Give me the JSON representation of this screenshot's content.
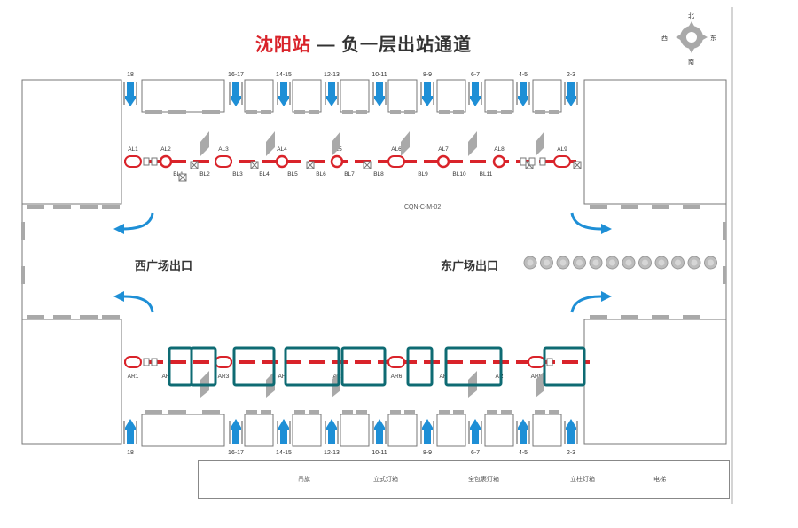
{
  "title": {
    "station": "沈阳站",
    "separator": "—",
    "rest": "负一层出站通道"
  },
  "compass": {
    "north": "北",
    "south": "南",
    "east": "东",
    "west": "西"
  },
  "exits": {
    "west": "西广场出口",
    "east": "东广场出口"
  },
  "map_code": "CQN-C-M-02",
  "platform_labels_top": [
    "18",
    "16-17",
    "14-15",
    "12-13",
    "10-11",
    "8-9",
    "6-7",
    "4-5",
    "2-3"
  ],
  "platform_labels_bottom": [
    "18",
    "16-17",
    "14-15",
    "12-13",
    "10-11",
    "8-9",
    "6-7",
    "4-5",
    "2-3"
  ],
  "top_row_labels": {
    "al": [
      "AL1",
      "AL2",
      "AL3",
      "AL4",
      "AL5",
      "AL6",
      "AL7",
      "AL8",
      "AL9"
    ],
    "bl": [
      "BL1",
      "BL2",
      "BL3",
      "BL4",
      "BL5",
      "BL6",
      "BL7",
      "BL8",
      "BL9",
      "BL10",
      "BL11"
    ]
  },
  "bottom_row_labels": {
    "ar": [
      "AR1",
      "AR",
      "AR3",
      "AR",
      "AR",
      "AR6",
      "AR",
      "AR",
      "AR9"
    ]
  },
  "legend": {
    "hanging_banner": "吊旗",
    "standing_lightbox": "立式灯箱",
    "wrapped_column_lightbox": "全包裹灯箱",
    "vertical_lightbox": "立柱灯箱",
    "escalator": "电梯"
  },
  "colors": {
    "accent_red": "#d9232a",
    "highlight_teal": "#0e6b73",
    "arrow_blue": "#1e8fd6",
    "wall_gray": "#9a9a9a"
  }
}
